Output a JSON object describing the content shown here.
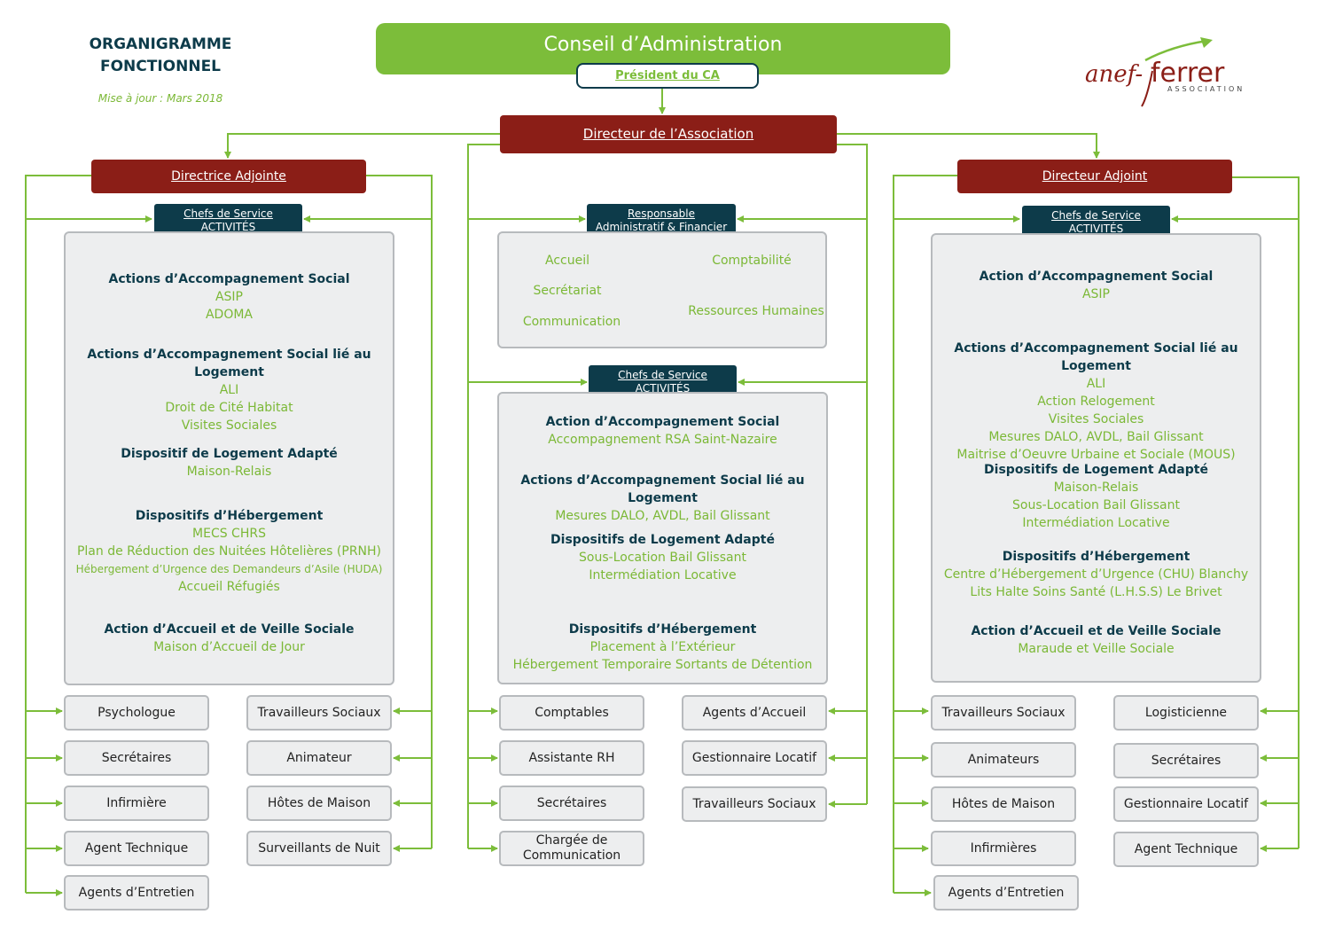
{
  "header": {
    "title_line1": "ORGANIGRAMME",
    "title_line2": "FONCTIONNEL",
    "update": "Mise à jour : Mars 2018",
    "logo_text": "anef-ferrer",
    "logo_sub": "ASSOCIATION"
  },
  "top": {
    "board": "Conseil d’Administration",
    "president": "Président du CA",
    "director": "Directeur de l’Association"
  },
  "left": {
    "deputy": "Directrice Adjointe",
    "chiefs_line1": "Chefs de Service",
    "chiefs_line2": "ACTIVITÉS",
    "groups": [
      {
        "heading": "Actions d’Accompagnement Social",
        "items": [
          "ASIP",
          "ADOMA"
        ]
      },
      {
        "heading": "Actions d’Accompagnement Social lié au Logement",
        "items": [
          "ALI",
          "Droit de Cité Habitat",
          "Visites Sociales"
        ]
      },
      {
        "heading": "Dispositif de Logement Adapté",
        "items": [
          "Maison-Relais"
        ]
      },
      {
        "heading": "Dispositifs d’Hébergement",
        "items": [
          "MECS CHRS",
          "Plan de Réduction des Nuitées Hôtelières (PRNH)",
          "Hébergement d’Urgence des Demandeurs d’Asile (HUDA)",
          "Accueil Réfugiés"
        ]
      },
      {
        "heading": "Action d’Accueil et de Veille Sociale",
        "items": [
          "Maison d’Accueil de Jour"
        ]
      }
    ],
    "roles_col1": [
      "Psychologue",
      "Secrétaires",
      "Infirmière",
      "Agent Technique",
      "Agents d’Entretien"
    ],
    "roles_col2": [
      "Travailleurs Sociaux",
      "Animateur",
      "Hôtes de Maison",
      "Surveillants de Nuit"
    ]
  },
  "center": {
    "raf_line1": "Responsable",
    "raf_line2": "Administratif & Financier",
    "raf_items": [
      "Accueil",
      "Comptabilité",
      "Secrétariat",
      "Ressources Humaines",
      "Communication"
    ],
    "chiefs_line1": "Chefs de Service",
    "chiefs_line2": "ACTIVITÉS",
    "groups": [
      {
        "heading": "Action d’Accompagnement Social",
        "items": [
          "Accompagnement RSA Saint-Nazaire"
        ]
      },
      {
        "heading": "Actions d’Accompagnement Social lié au Logement",
        "items": [
          "Mesures DALO, AVDL, Bail Glissant"
        ]
      },
      {
        "heading": "Dispositifs de Logement Adapté",
        "items": [
          "Sous-Location Bail Glissant",
          "Intermédiation Locative"
        ]
      },
      {
        "heading": "Dispositifs d’Hébergement",
        "items": [
          "Placement à l’Extérieur",
          "Hébergement Temporaire Sortants de Détention"
        ]
      }
    ],
    "roles_col1": [
      "Comptables",
      "Assistante RH",
      "Secrétaires",
      "Chargée de Communication"
    ],
    "roles_col2": [
      "Agents d’Accueil",
      "Gestionnaire Locatif",
      "Travailleurs Sociaux"
    ]
  },
  "right": {
    "deputy": "Directeur Adjoint",
    "chiefs_line1": "Chefs de Service",
    "chiefs_line2": "ACTIVITÉS",
    "groups": [
      {
        "heading": "Action d’Accompagnement Social",
        "items": [
          "ASIP"
        ]
      },
      {
        "heading": "Actions d’Accompagnement Social lié au Logement",
        "items": [
          "ALI",
          "Action Relogement",
          "Visites Sociales",
          "Mesures DALO, AVDL, Bail Glissant",
          "Maitrise d’Oeuvre Urbaine et Sociale (MOUS)"
        ]
      },
      {
        "heading": "Dispositifs de Logement Adapté",
        "items": [
          "Maison-Relais",
          "Sous-Location Bail Glissant",
          "Intermédiation Locative"
        ]
      },
      {
        "heading": "Dispositifs d’Hébergement",
        "items": [
          "Centre d’Hébergement d’Urgence (CHU) Blanchy",
          "Lits Halte Soins Santé (L.H.S.S) Le Brivet"
        ]
      },
      {
        "heading": "Action d’Accueil et de Veille Sociale",
        "items": [
          "Maraude et Veille Sociale"
        ]
      }
    ],
    "roles_col1": [
      "Travailleurs Sociaux",
      "Animateurs",
      "Hôtes de Maison",
      "Infirmières",
      "Agents d’Entretien"
    ],
    "roles_col2": [
      "Logisticienne",
      "Secrétaires",
      "Gestionnaire Locatif",
      "Agent Technique"
    ]
  },
  "colors": {
    "green": "#7cbd3a",
    "dark_red": "#8b1e17",
    "navy": "#0d3b4a",
    "panel": "#edeeef"
  }
}
